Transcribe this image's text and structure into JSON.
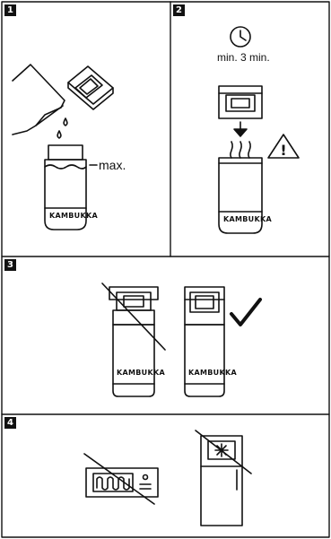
{
  "panels": [
    {
      "number": "1"
    },
    {
      "number": "2"
    },
    {
      "number": "3"
    },
    {
      "number": "4"
    }
  ],
  "labels": {
    "max": "max.",
    "time": "min. 3 min.",
    "brand": "KAMBUKKA",
    "warning_symbol": "!",
    "check_symbol": "✓"
  },
  "icons": [
    "clock-icon",
    "warning-icon",
    "checkmark-icon",
    "microwave-icon",
    "freezer-icon",
    "snowflake-icon",
    "down-arrow-icon",
    "steam-icon",
    "water-drop-icon"
  ],
  "colors": {
    "ink": "#111111",
    "background": "#ffffff"
  }
}
